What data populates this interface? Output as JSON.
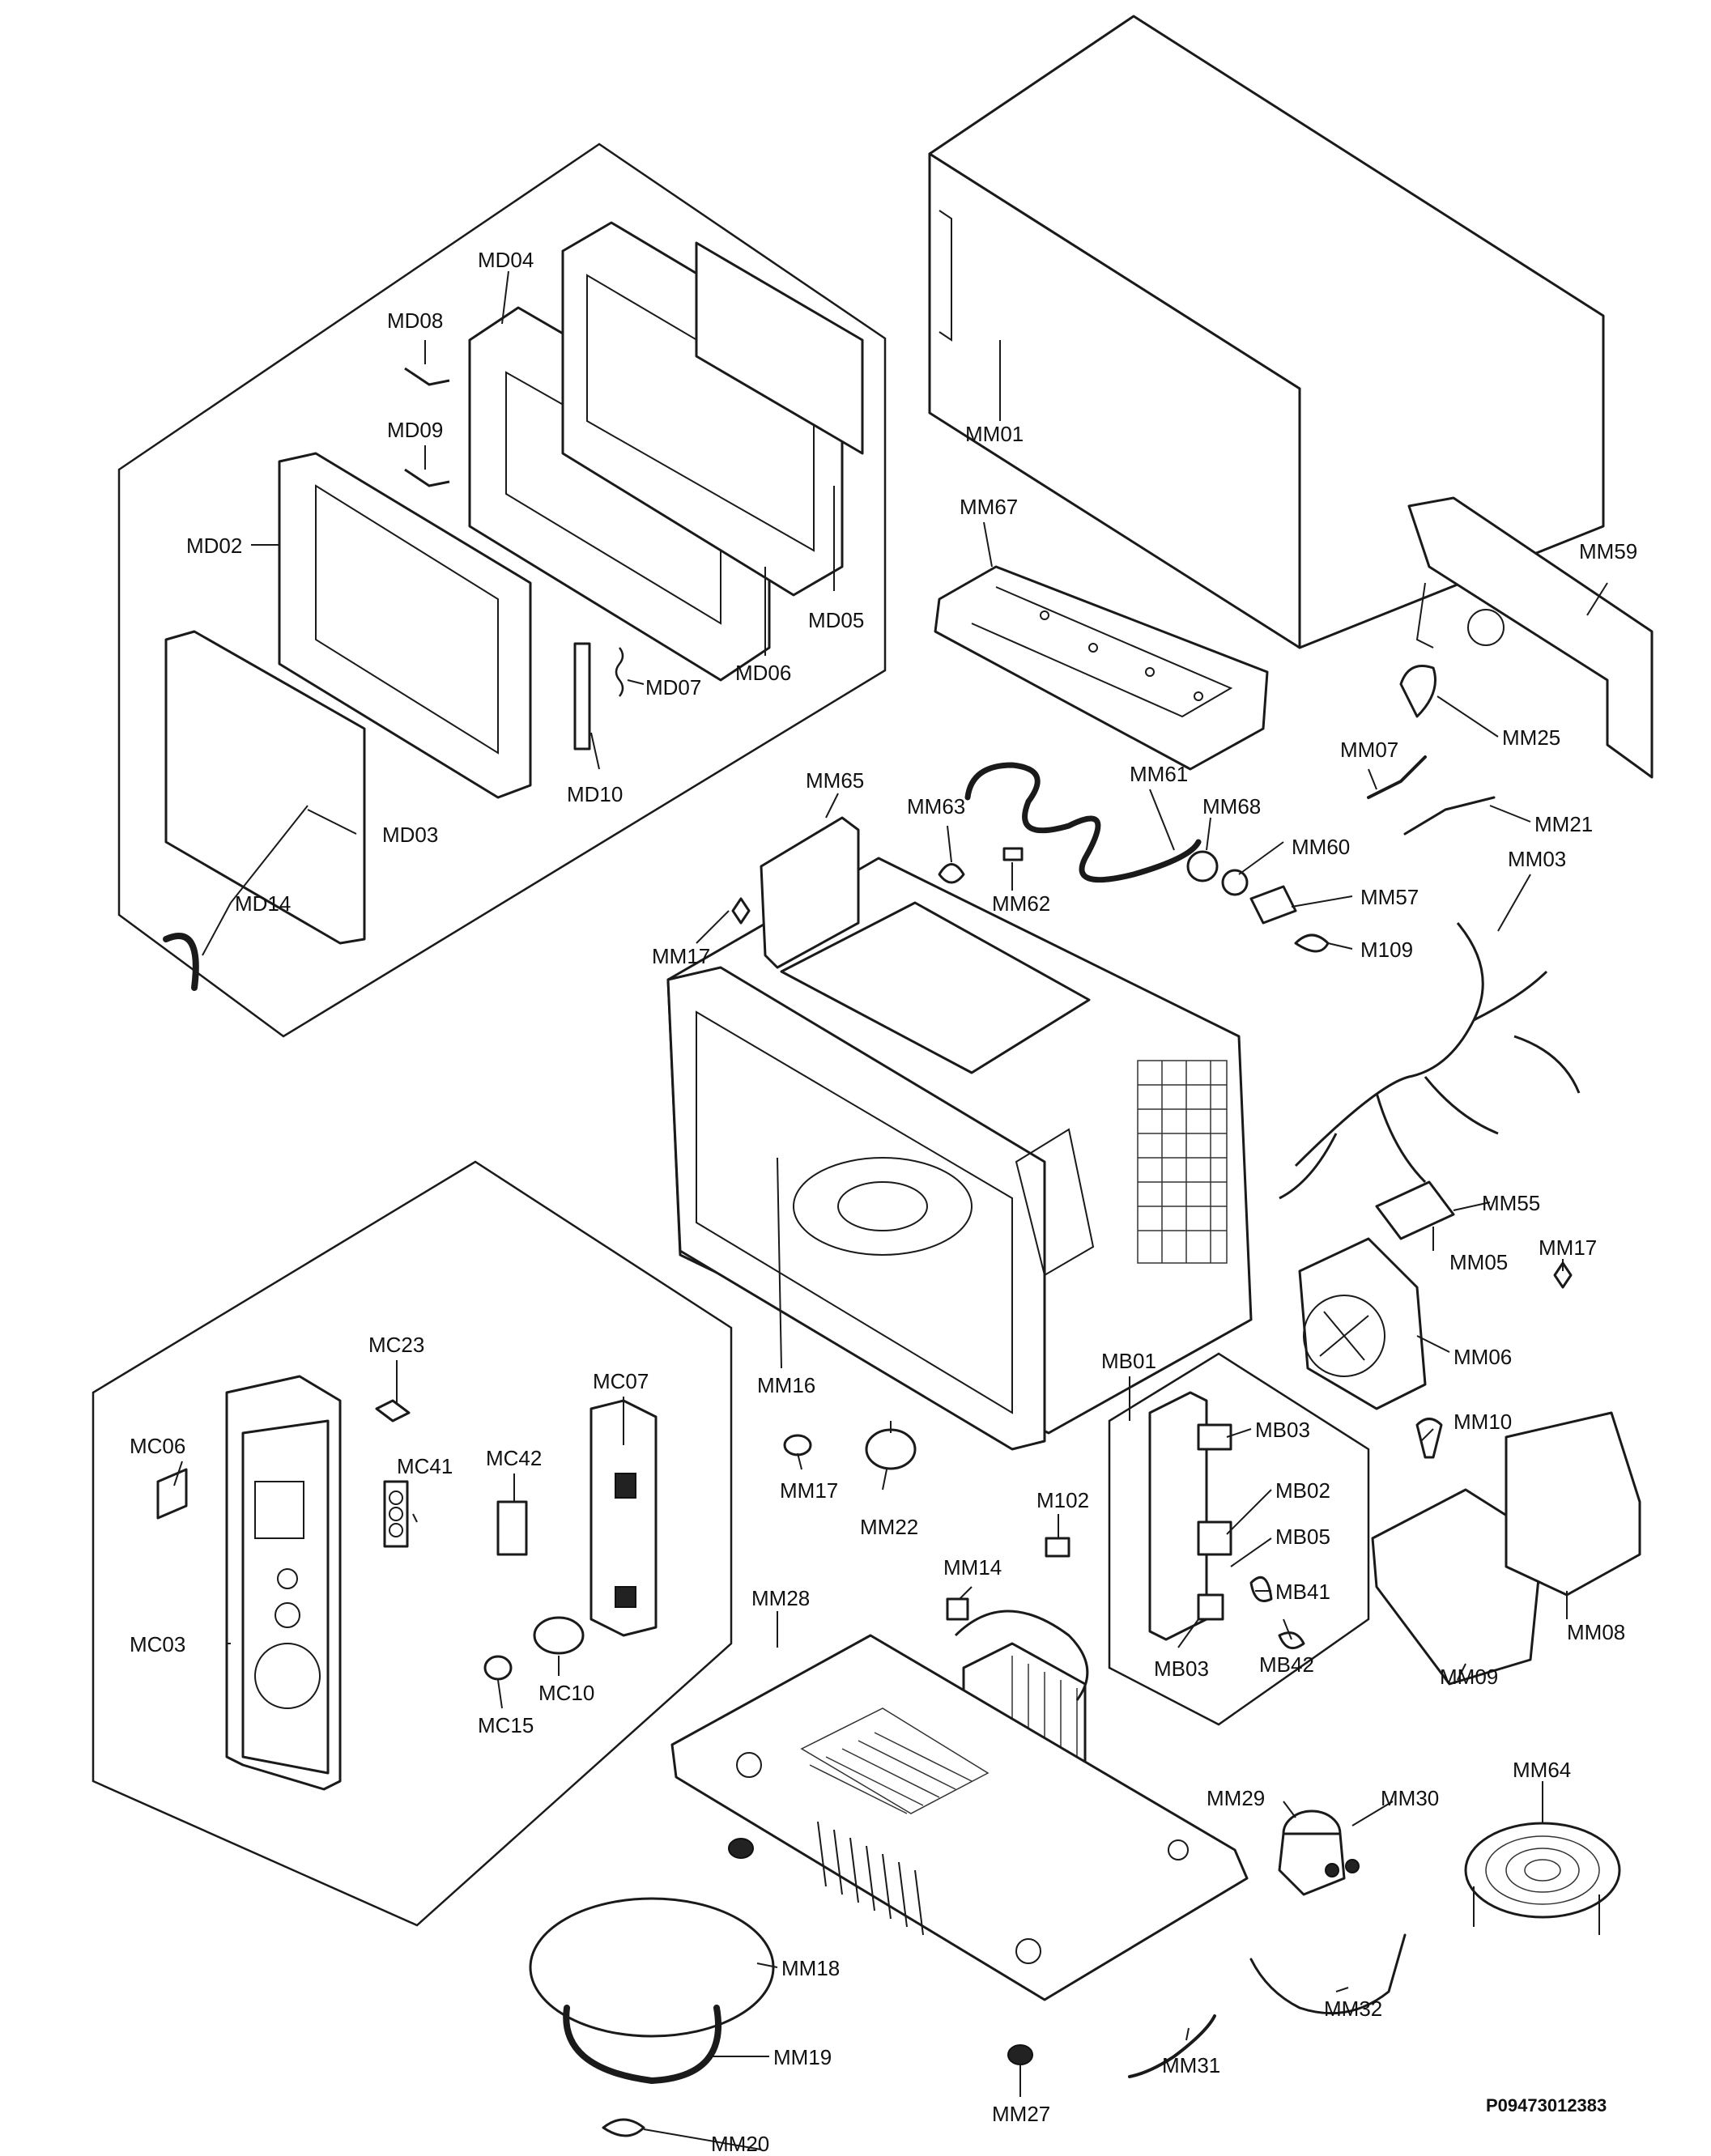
{
  "drawing_ref": "P09473012383",
  "labels": {
    "MD04": "MD04",
    "MD08": "MD08",
    "MD09": "MD09",
    "MD02": "MD02",
    "MD05": "MD05",
    "MD06": "MD06",
    "MD07": "MD07",
    "MD10": "MD10",
    "MD03": "MD03",
    "MD14": "MD14",
    "MM01": "MM01",
    "MM67": "MM67",
    "MM59": "MM59",
    "MM25": "MM25",
    "MM07": "MM07",
    "MM61": "MM61",
    "MM68": "MM68",
    "MM21": "MM21",
    "MM65": "MM65",
    "MM63": "MM63",
    "MM60": "MM60",
    "MM62": "MM62",
    "MM57": "MM57",
    "MM03": "MM03",
    "MM17a": "MM17",
    "M109": "M109",
    "MM55": "MM55",
    "MM05": "MM05",
    "MM17b": "MM17",
    "MM06": "MM06",
    "MC23": "MC23",
    "MC07": "MC07",
    "MC06": "MC06",
    "MC41": "MC41",
    "MC42": "MC42",
    "MM16": "MM16",
    "MB01": "MB01",
    "MM10": "MM10",
    "MB03a": "MB03",
    "MB02": "MB02",
    "MM17c": "MM17",
    "MM22": "MM22",
    "M102": "M102",
    "MB05": "MB05",
    "MB41": "MB41",
    "MM14": "MM14",
    "MC03": "MC03",
    "MM28": "MM28",
    "MB03b": "MB03",
    "MB42": "MB42",
    "MM09": "MM09",
    "MM08": "MM08",
    "MC10": "MC10",
    "MC15": "MC15",
    "MM64": "MM64",
    "MM29": "MM29",
    "MM30": "MM30",
    "MM18": "MM18",
    "MM32": "MM32",
    "MM19": "MM19",
    "MM31": "MM31",
    "MM20": "MM20",
    "MM27": "MM27"
  }
}
